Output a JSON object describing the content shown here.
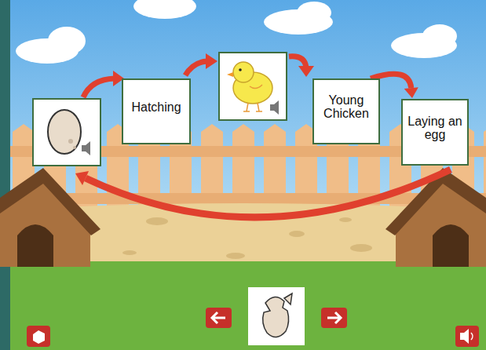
{
  "diagram": {
    "nodes": [
      {
        "text": [
          "Hatching"
        ]
      },
      {
        "text": [
          "Young Chicken"
        ]
      },
      {
        "text": [
          "Laying an egg"
        ]
      }
    ],
    "edges": [
      {
        "from": 1,
        "to": 2,
        "arrow": "to"
      }
    ]
  }
}
